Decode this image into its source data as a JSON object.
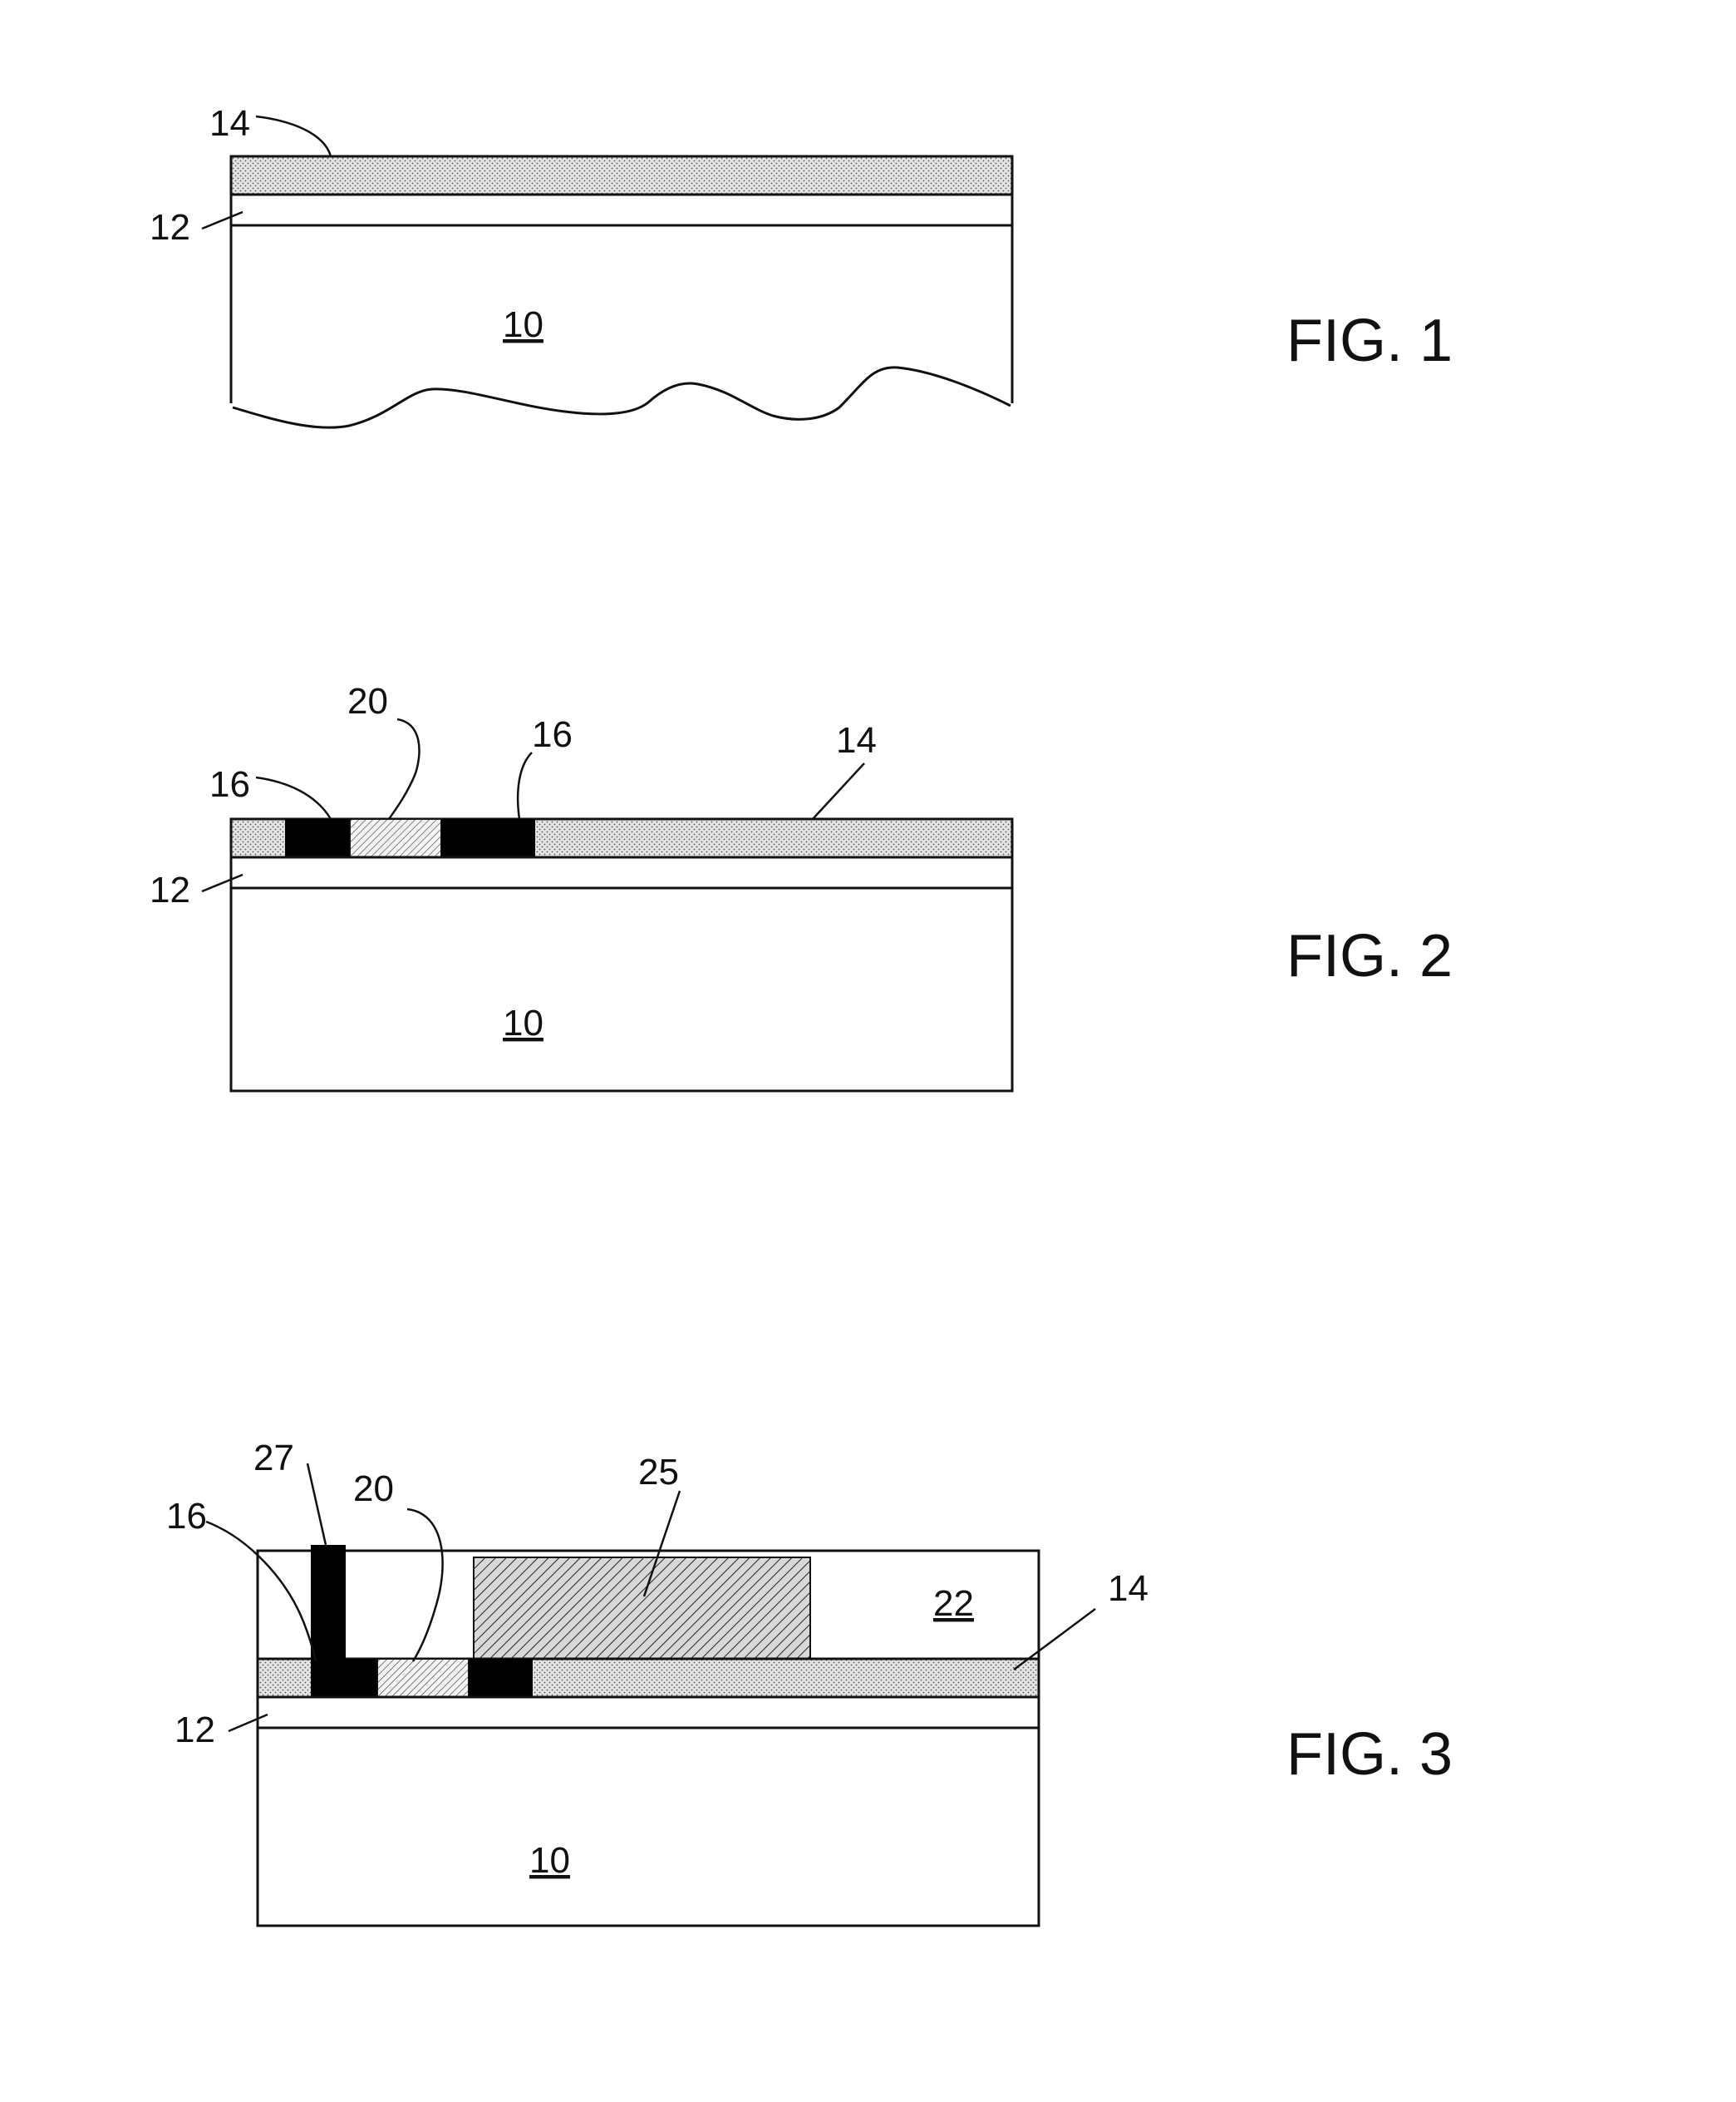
{
  "fig1": {
    "caption": "FIG. 1",
    "labels": {
      "layer14": "14",
      "layer12": "12",
      "substrate10": "10"
    }
  },
  "fig2": {
    "caption": "FIG. 2",
    "labels": {
      "region16_left": "16",
      "region20": "20",
      "region16_right": "16",
      "layer14": "14",
      "layer12": "12",
      "substrate10": "10"
    }
  },
  "fig3": {
    "caption": "FIG. 3",
    "labels": {
      "contact27": "27",
      "region16": "16",
      "region20": "20",
      "region25": "25",
      "layer22": "22",
      "layer14": "14",
      "layer12": "12",
      "substrate10": "10"
    }
  },
  "colors": {
    "ink": "#111111",
    "dielectric_fill": "#e6e6e6",
    "metal_fill": "#000000",
    "background": "#ffffff"
  }
}
